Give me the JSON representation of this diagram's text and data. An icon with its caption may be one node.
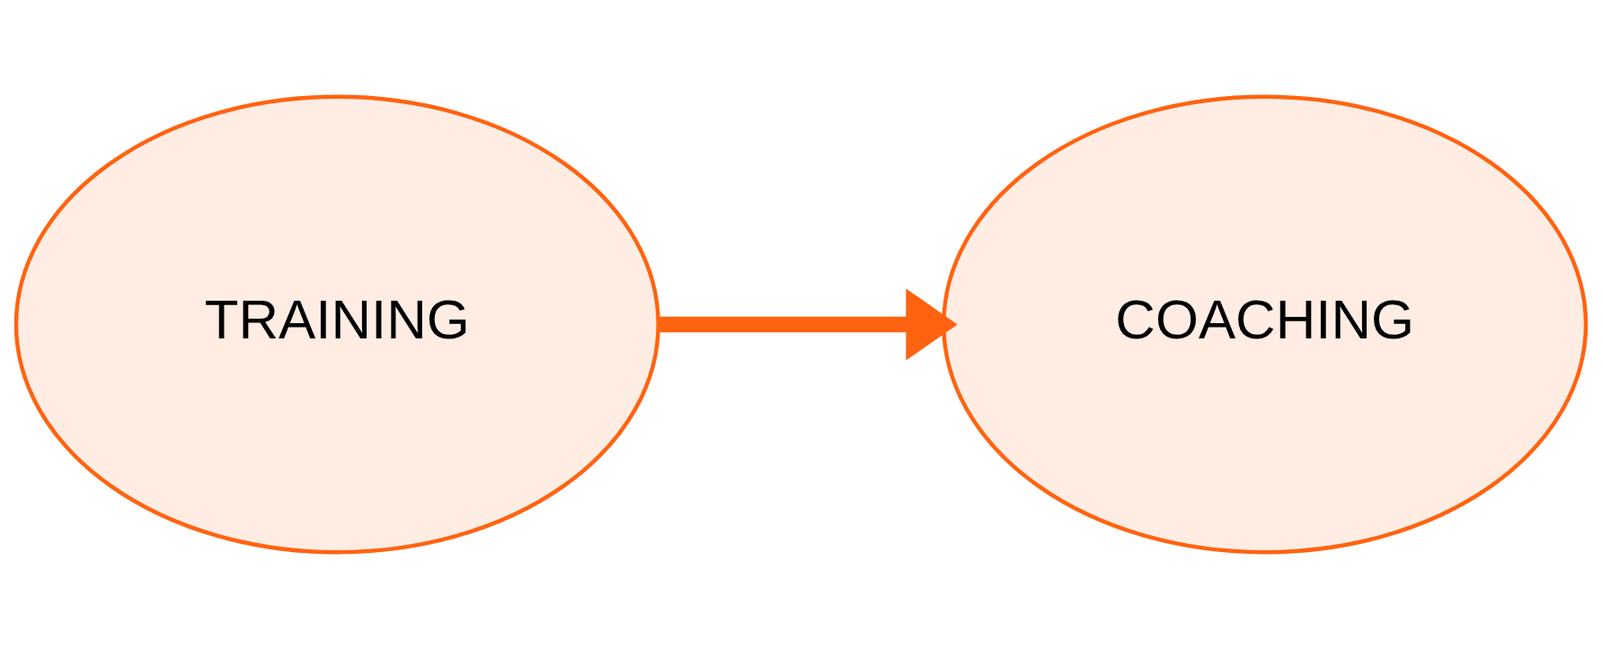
{
  "diagram": {
    "nodes": [
      {
        "text": [
          "TRAINING"
        ]
      },
      {
        "text": [
          "COACHING"
        ]
      }
    ],
    "edges": [
      {
        "from": 0,
        "to": 1,
        "arrow": "to"
      }
    ]
  }
}
